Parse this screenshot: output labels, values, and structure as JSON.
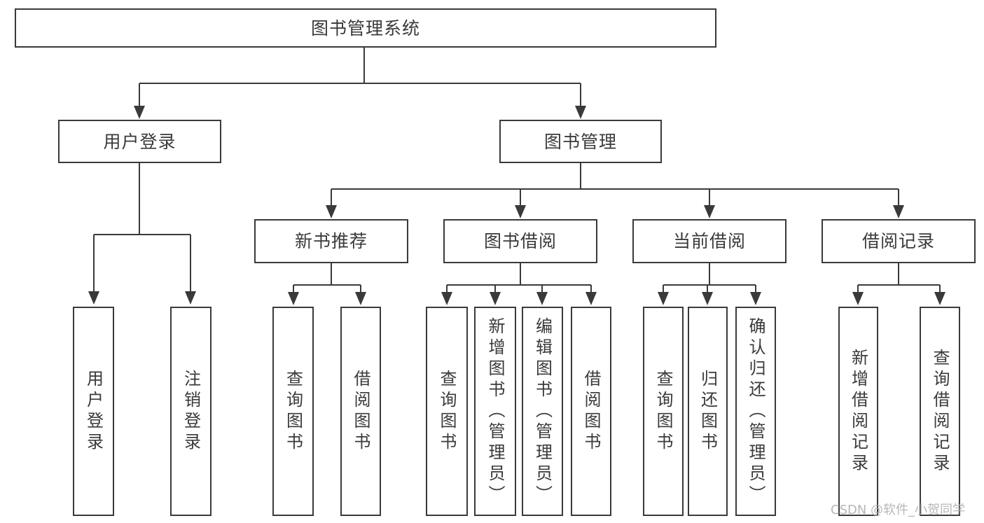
{
  "diagram": {
    "root": {
      "label": "图书管理系统"
    },
    "level2": [
      {
        "id": "user-login",
        "label": "用户登录"
      },
      {
        "id": "book-management",
        "label": "图书管理"
      }
    ],
    "level3": [
      {
        "id": "new-book-recommend",
        "label": "新书推荐"
      },
      {
        "id": "book-borrow",
        "label": "图书借阅"
      },
      {
        "id": "current-borrow",
        "label": "当前借阅"
      },
      {
        "id": "borrow-records",
        "label": "借阅记录"
      }
    ],
    "leaves": [
      {
        "parent": "user-login",
        "label": "用户登录"
      },
      {
        "parent": "user-login",
        "label": "注销登录"
      },
      {
        "parent": "new-book-recommend",
        "label": "查询图书"
      },
      {
        "parent": "new-book-recommend",
        "label": "借阅图书"
      },
      {
        "parent": "book-borrow",
        "label": "查询图书"
      },
      {
        "parent": "book-borrow",
        "label": "新增图书（管理员）"
      },
      {
        "parent": "book-borrow",
        "label": "编辑图书（管理员）"
      },
      {
        "parent": "book-borrow",
        "label": "借阅图书"
      },
      {
        "parent": "current-borrow",
        "label": "查询图书"
      },
      {
        "parent": "current-borrow",
        "label": "归还图书"
      },
      {
        "parent": "current-borrow",
        "label": "确认归还（管理员）"
      },
      {
        "parent": "borrow-records",
        "label": "新增借阅记录"
      },
      {
        "parent": "borrow-records",
        "label": "查询借阅记录"
      }
    ]
  },
  "watermark": {
    "label": "CSDN @软件_小贺同学"
  },
  "colors": {
    "line": "#3a3a3a",
    "text": "#3a3a3a",
    "watermark": "#b0b0b0",
    "background": "#ffffff"
  }
}
